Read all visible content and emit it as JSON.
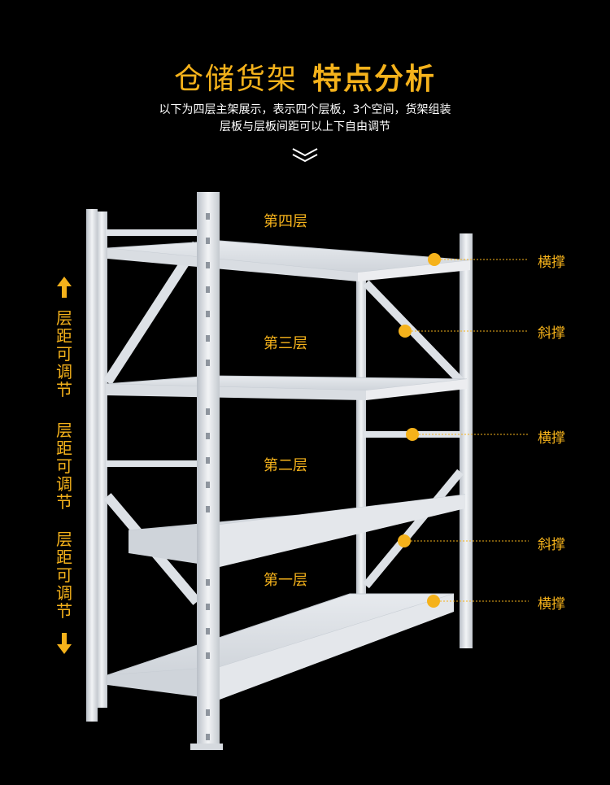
{
  "header": {
    "title_light": "仓储货架",
    "title_bold": "特点分析",
    "subtitle_line1": "以下为四层主架展示，表示四个层板，3个空间，货架组装",
    "subtitle_line2": "层板与层板间距可以上下自由调节"
  },
  "layers": {
    "fourth": "第四层",
    "third": "第三层",
    "second": "第二层",
    "first": "第一层"
  },
  "callouts": [
    {
      "label": "横撑"
    },
    {
      "label": "斜撑"
    },
    {
      "label": "横撑"
    },
    {
      "label": "斜撑"
    },
    {
      "label": "横撑"
    }
  ],
  "side_labels": [
    "层距可调节",
    "层距可调节",
    "层距可调节"
  ],
  "colors": {
    "accent": "#f5b21b",
    "background": "#000000",
    "shelf_frame": "#dfe3e8"
  },
  "icons": [
    "chevron-down-icon",
    "arrow-up-icon",
    "arrow-down-icon"
  ]
}
